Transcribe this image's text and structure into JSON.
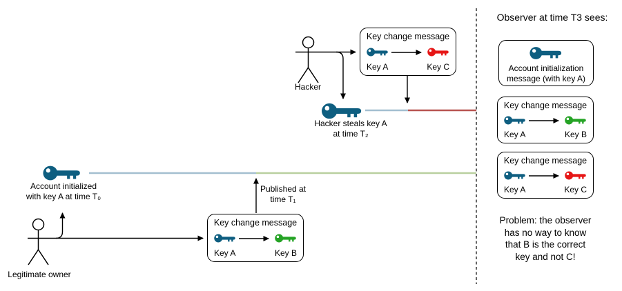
{
  "colors": {
    "key_teal": "#0e5e80",
    "key_green": "#25a325",
    "key_red": "#e61616",
    "timeline_blue": "#a3bfd0",
    "timeline_green": "#b9d09f",
    "timeline_red": "#b85450",
    "stroke": "#000000"
  },
  "icons": {
    "key_a": "key-icon-teal",
    "key_b": "key-icon-green",
    "key_c": "key-icon-red",
    "hacker": "stick-figure-icon",
    "owner": "stick-figure-icon"
  },
  "diagram": {
    "hacker": {
      "label": "Hacker",
      "keychange_box": {
        "title": "Key change message",
        "from": "Key A",
        "to": "Key C"
      },
      "steal_label": "Hacker steals key A\nat time T₂"
    },
    "owner": {
      "label": "Legitimate owner",
      "init_label": "Account initialized\nwith key A at time T₀",
      "published_label": "Published at\ntime T₁",
      "keychange_box": {
        "title": "Key change message",
        "from": "Key A",
        "to": "Key B"
      }
    }
  },
  "observer_panel": {
    "title": "Observer at time T3 sees:",
    "init_card": {
      "label": "Account initialization\nmessage (with key A)"
    },
    "cards": [
      {
        "title": "Key change message",
        "from": "Key A",
        "to": "Key B"
      },
      {
        "title": "Key change message",
        "from": "Key A",
        "to": "Key C"
      }
    ],
    "problem": "Problem: the observer\nhas no way to know\nthat B is the correct\nkey and not C!"
  }
}
